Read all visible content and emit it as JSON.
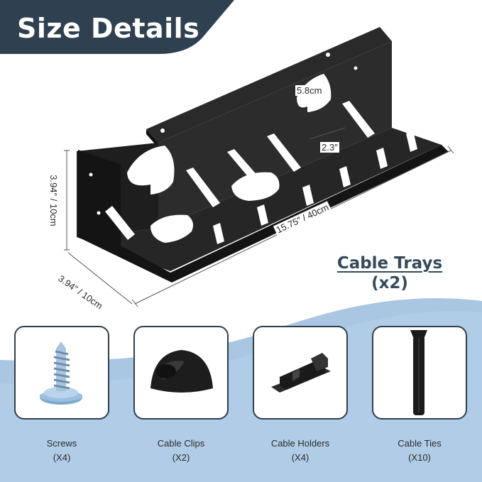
{
  "title": "Size Details",
  "dimensions": {
    "height": "3.94″ / 10cm",
    "depth": "3.94″ / 10cm",
    "length": "15.75″ / 40cm",
    "large_opening": "5.8cm",
    "small_slot": "2.3″"
  },
  "product": {
    "name": "Cable Trays",
    "quantity": "(x2)"
  },
  "accessories": [
    {
      "icon": "screw-icon",
      "name": "Screws",
      "quantity": "(X4)"
    },
    {
      "icon": "cable-clip-icon",
      "name": "Cable Clips",
      "quantity": "(X2)"
    },
    {
      "icon": "cable-holder-icon",
      "name": "Cable Holders",
      "quantity": "(X4)"
    },
    {
      "icon": "cable-tie-icon",
      "name": "Cable Ties",
      "quantity": "(X10)"
    }
  ],
  "colors": {
    "banner": "#2f4050",
    "accent_blue": "#a9c6e3",
    "tray_black": "#1c1c1c",
    "card_border": "#2f3f4c"
  }
}
